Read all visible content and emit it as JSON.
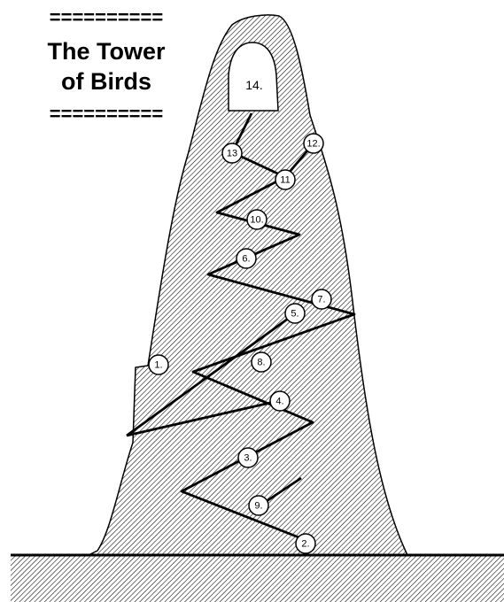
{
  "title": {
    "rule_top": "==========",
    "line1": "The Tower",
    "line2": "of Birds",
    "rule_bottom": "=========="
  },
  "colors": {
    "ink": "#000000",
    "paper": "#ffffff",
    "hatch": "#000000"
  },
  "summit_room": {
    "label": "14."
  },
  "rooms": [
    {
      "id": "n1",
      "label": "1."
    },
    {
      "id": "n2",
      "label": "2."
    },
    {
      "id": "n3",
      "label": "3."
    },
    {
      "id": "n4",
      "label": "4."
    },
    {
      "id": "n5",
      "label": "5."
    },
    {
      "id": "n6",
      "label": "6."
    },
    {
      "id": "n7",
      "label": "7."
    },
    {
      "id": "n8",
      "label": "8."
    },
    {
      "id": "n9",
      "label": "9."
    },
    {
      "id": "n10",
      "label": "10."
    },
    {
      "id": "n11",
      "label": "11"
    },
    {
      "id": "n12",
      "label": "12."
    },
    {
      "id": "n13",
      "label": "13"
    }
  ]
}
